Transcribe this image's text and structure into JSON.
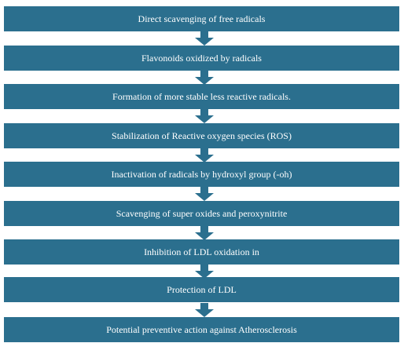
{
  "flowchart": {
    "steps": [
      {
        "label": "Direct scavenging of free radicals"
      },
      {
        "label": "Flavonoids oxidized by radicals"
      },
      {
        "label": "Formation of more stable less reactive radicals."
      },
      {
        "label": "Stabilization of Reactive oxygen species (ROS)"
      },
      {
        "label": "Inactivation of radicals by hydroxyl group (-oh)"
      },
      {
        "label": "Scavenging of super oxides and peroxynitrite"
      },
      {
        "label": "Inhibition of  LDL oxidation in"
      },
      {
        "label": "Protection of LDL"
      },
      {
        "label": "Potential preventive action against Atherosclerosis"
      }
    ],
    "colors": {
      "box_fill": "#2b6f8e",
      "box_text": "#ffffff",
      "arrow_fill": "#2b6f8e"
    }
  }
}
